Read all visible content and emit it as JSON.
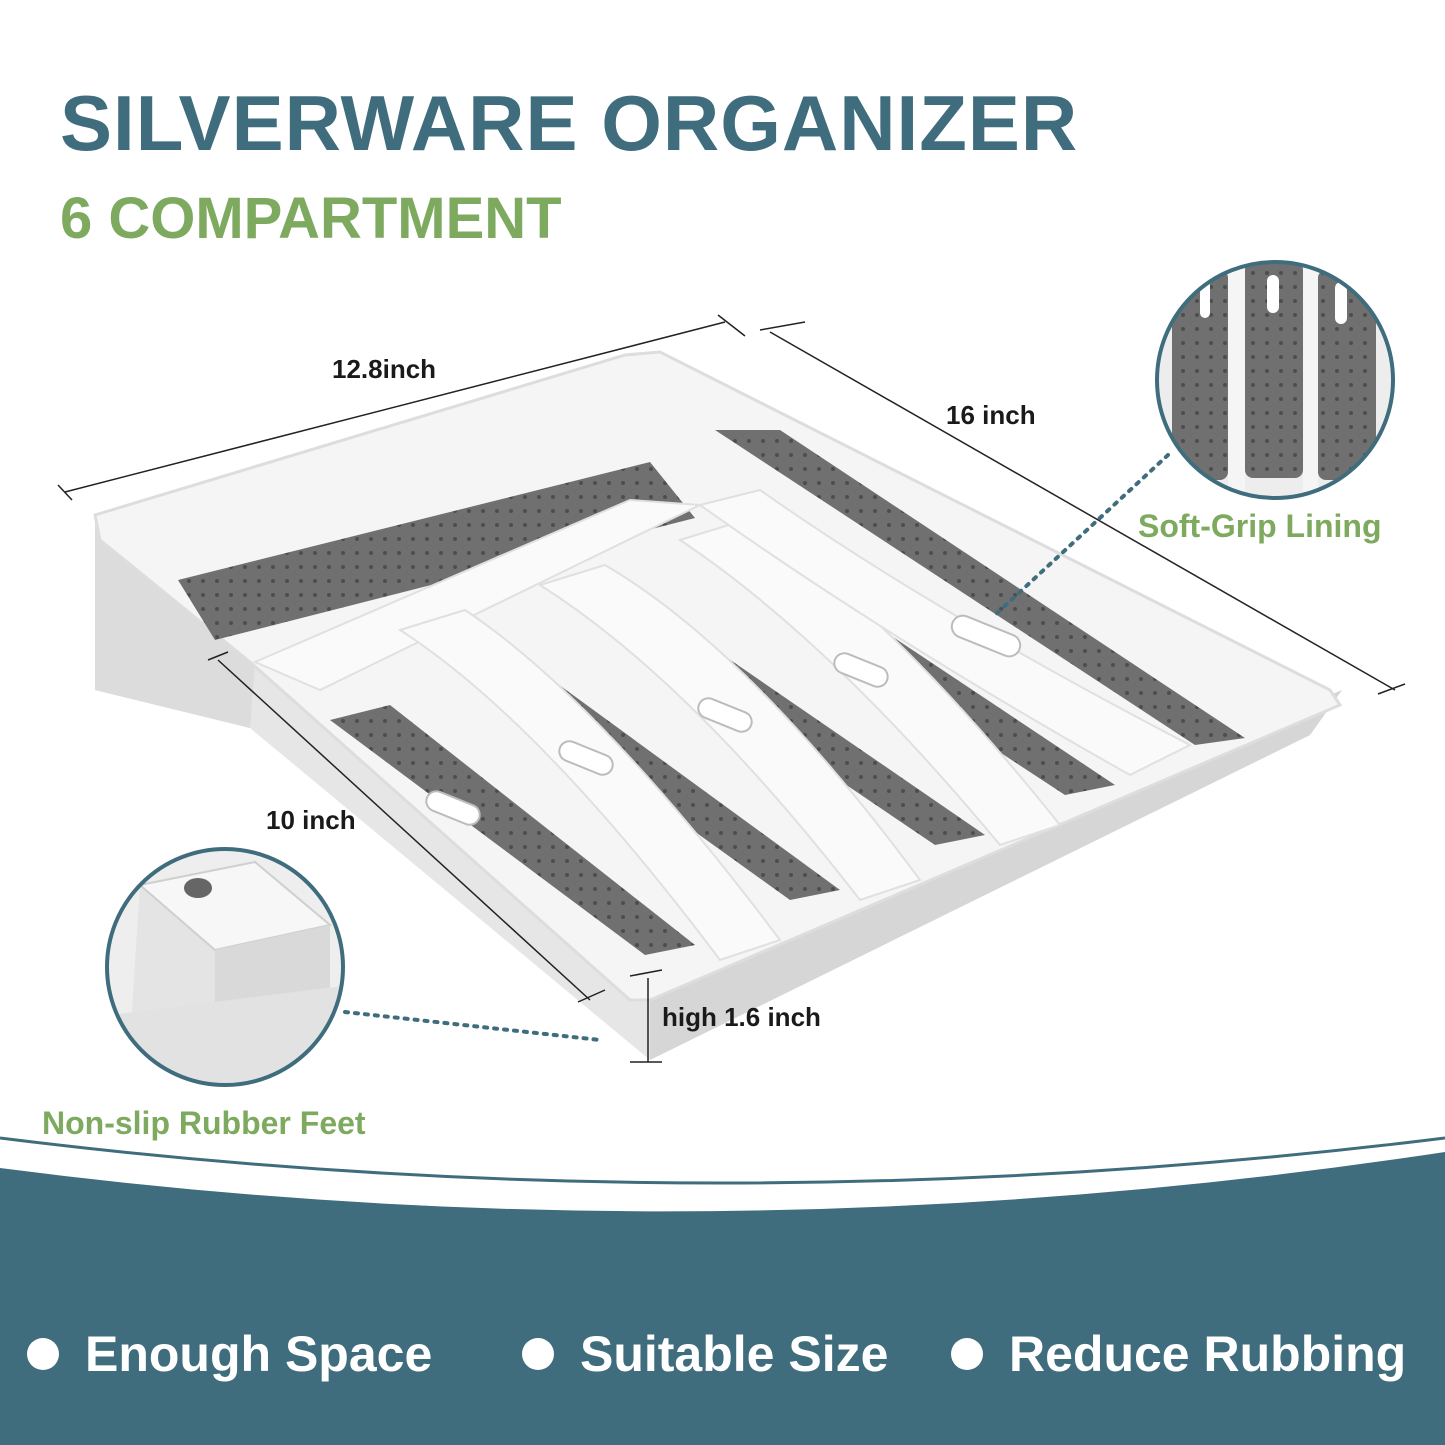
{
  "header": {
    "title": "SILVERWARE ORGANIZER",
    "subtitle": "6 COMPARTMENT"
  },
  "dimensions": {
    "width": "12.8inch",
    "length": "16 inch",
    "depth": "10 inch",
    "height": "high 1.6 inch"
  },
  "callouts": {
    "lining": "Soft-Grip Lining",
    "feet": "Non-slip Rubber Feet"
  },
  "features": [
    {
      "label": "Enough Space"
    },
    {
      "label": "Suitable Size"
    },
    {
      "label": "Reduce Rubbing"
    }
  ],
  "colors": {
    "teal": "#3f6d7d",
    "green": "#7daa5f",
    "tray_white": "#f4f4f4",
    "lining_gray": "#6e6e6e"
  }
}
